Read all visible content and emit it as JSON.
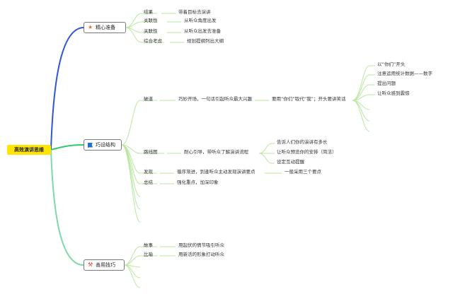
{
  "root": {
    "label": "高效演讲思维"
  },
  "colors": {
    "blue": "#2f56d8",
    "green": "#33c86e",
    "teal": "#7fd9a8",
    "leaf": "#b9e7a0",
    "root_bg": "#ffe500"
  },
  "branches": [
    {
      "label": "精心准备",
      "icon": "star-icon",
      "icon_color": "#ef6c2e",
      "items": [
        {
          "label": "结果",
          "detail": "带着目标去演讲"
        },
        {
          "label": "关联性",
          "detail": "从听众角度出发"
        },
        {
          "label": "关联性",
          "detail": "从听众出发去准备"
        },
        {
          "label": "综合考虑",
          "detail": "规划提纲列出大纲"
        }
      ]
    },
    {
      "label": "巧设结构",
      "icon": "flag-icon",
      "icon_color": "#1f6fd1",
      "items": [
        {
          "label": "破道",
          "detail": "巧妙开场，一句话引起听众最大兴趣",
          "sub": "要用“你们”取代“我”；开头要讲笑话",
          "subitems": [
            "以“你们”开头",
            "注意运用统计数据——数字",
            "提出问题",
            "让听众感到震惊"
          ]
        },
        {
          "label": "路线图",
          "detail": "耐心引导，带听众了解演讲流程",
          "subitems": [
            "告诉人们你的演讲有多长",
            "让听众预览你的安排（简洁）",
            "设定互动提醒"
          ]
        },
        {
          "label": "发现",
          "detail": "循序渐进，到逢听众主动发现演讲要点",
          "sub": "一般采用三个要点"
        },
        {
          "label": "总结",
          "detail": "强化重点，加深印象"
        }
      ]
    },
    {
      "label": "善用技巧",
      "icon": "tools-icon",
      "icon_color": "#d6452b",
      "items": [
        {
          "label": "故事",
          "detail": "用起伏的情节吸引听众"
        },
        {
          "label": "比喻",
          "detail": "用新活的形象打动听众"
        }
      ]
    }
  ]
}
